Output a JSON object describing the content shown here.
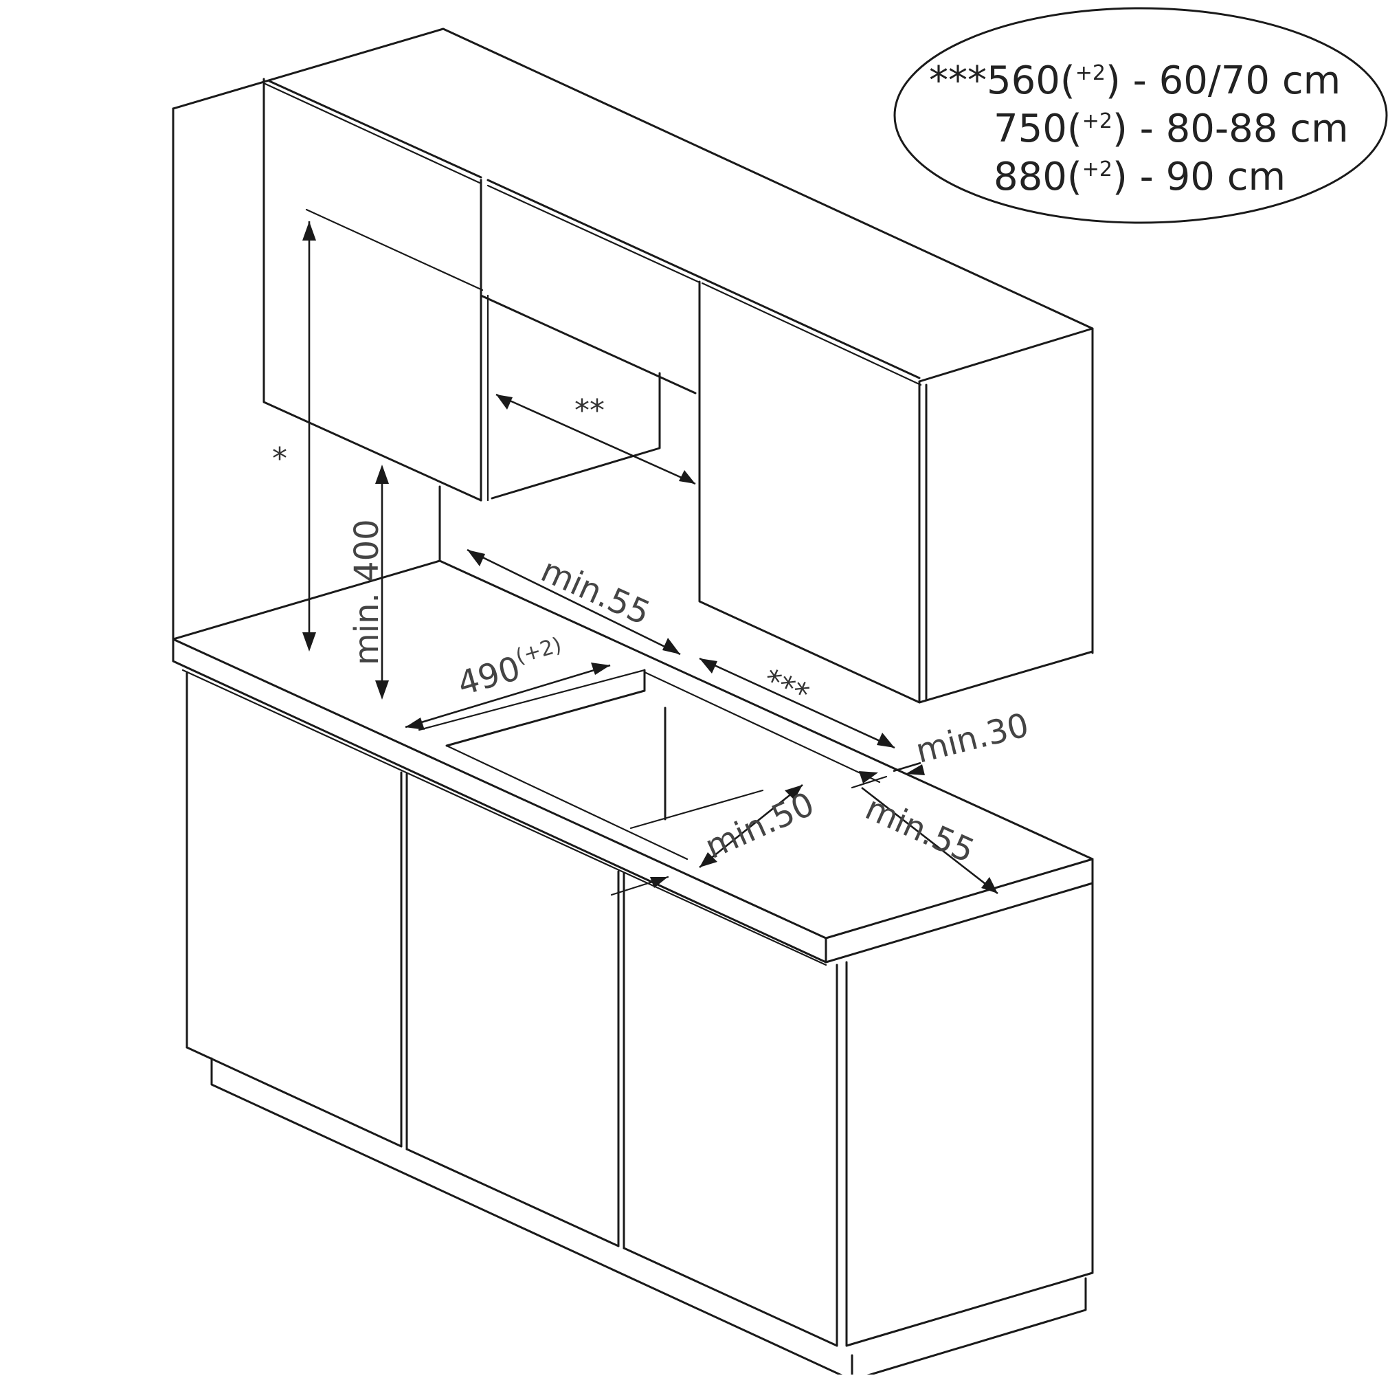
{
  "legend": {
    "rows": [
      {
        "prefix": "***",
        "value": "560",
        "sup": "+2",
        "size": " - 60/70 cm"
      },
      {
        "prefix": "",
        "value": "750",
        "sup": "+2",
        "size": " - 80-88 cm"
      },
      {
        "prefix": "",
        "value": "880",
        "sup": "+2",
        "size": " - 90 cm"
      }
    ]
  },
  "dimensions": {
    "star_one": "*",
    "star_two": "**",
    "star_three": "***",
    "min_400": "min. 400",
    "min_55_top": "min.55",
    "min_55_bottom": "min.55",
    "cutout_value": "490",
    "cutout_sup": "(+2)",
    "min_30": "min.30",
    "min_50": "min.50"
  }
}
